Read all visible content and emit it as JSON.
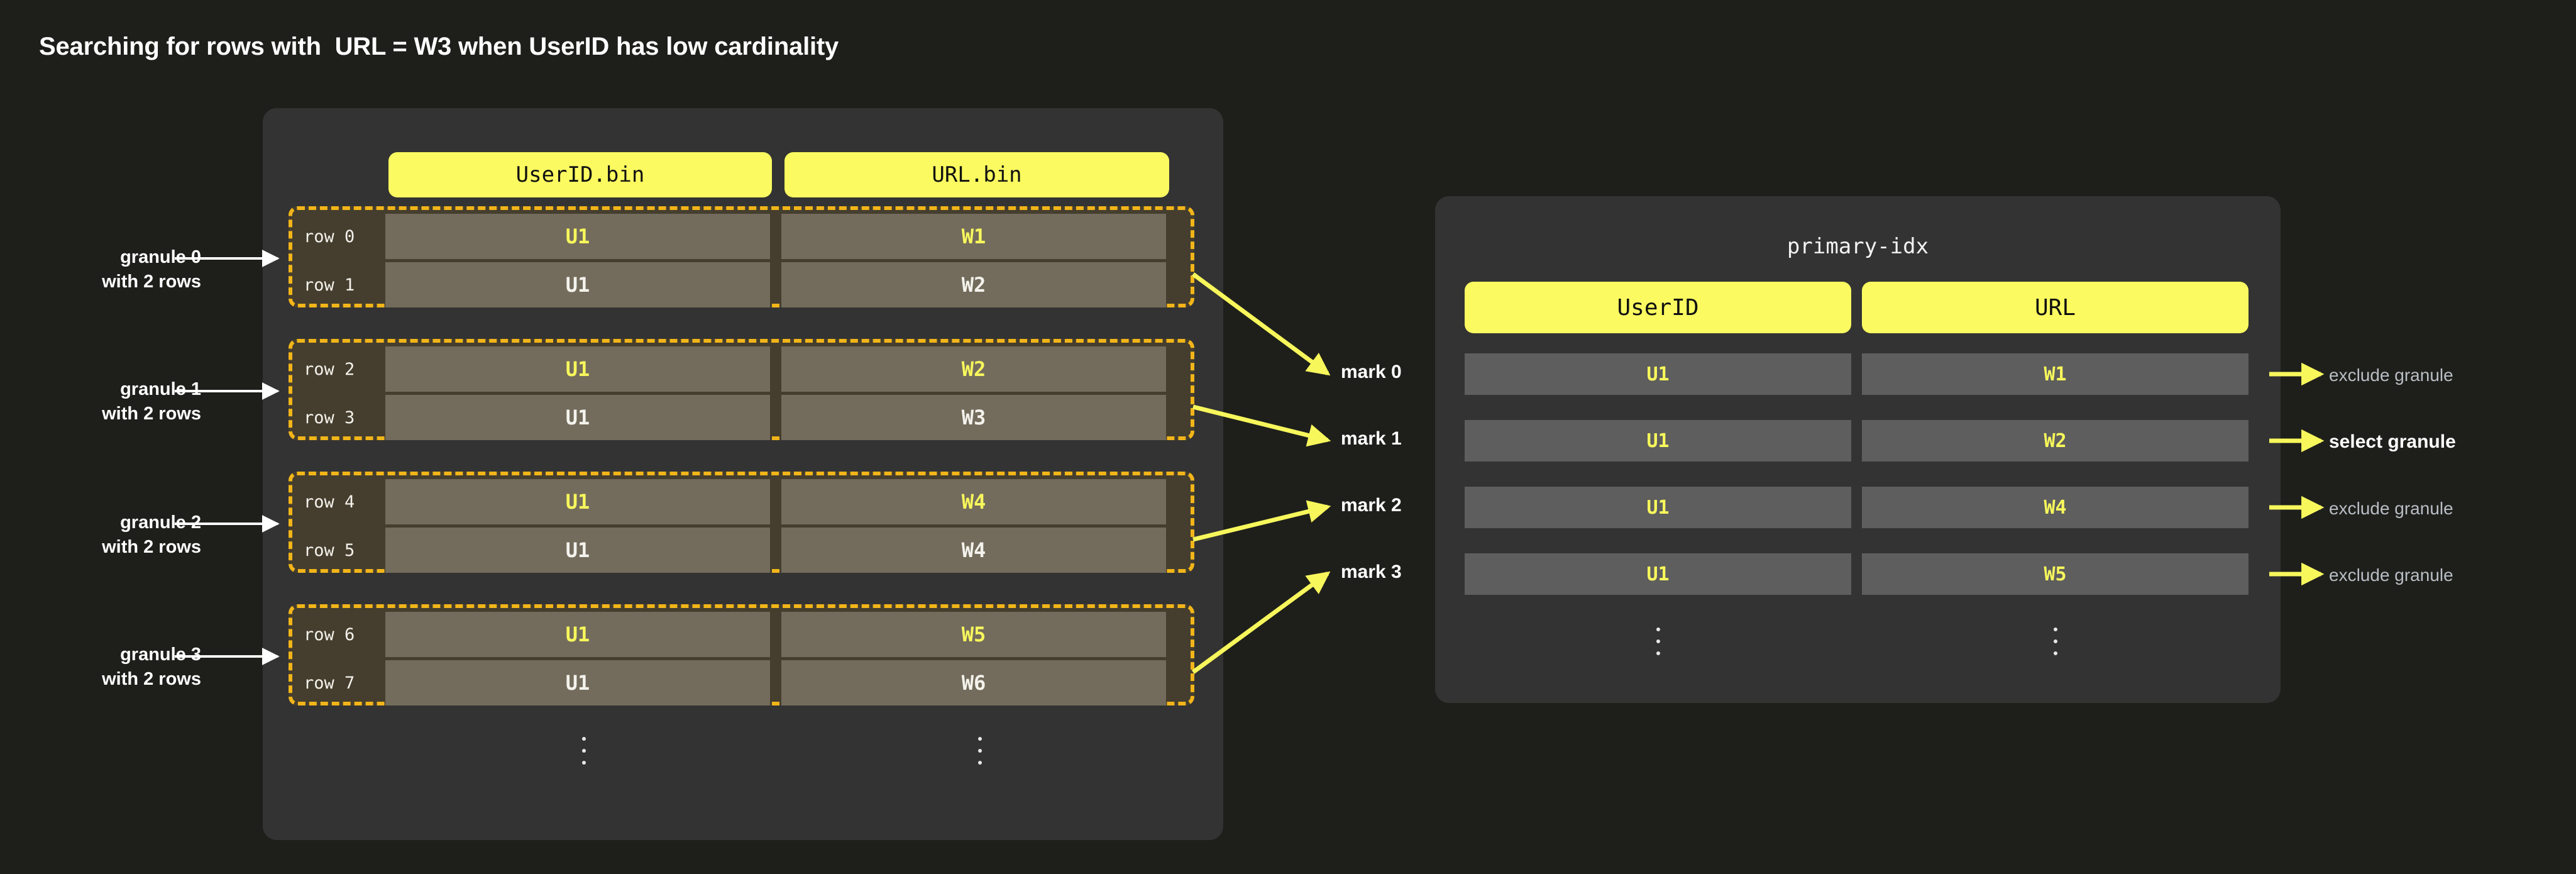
{
  "title": "Searching for rows with  URL = W3 when UserID has low cardinality",
  "colors": {
    "background": "#1e1f1b",
    "panel": "#333333",
    "accent_yellow": "#fbfb61",
    "granule_border": "#f2b519",
    "granule_fill": "#453e2e",
    "cell_fill": "#736c5c",
    "index_cell_fill": "#5e5e5e",
    "highlight_text": "#f7f75c",
    "normal_text": "#f4f2ec",
    "muted_text": "#b9bdc4",
    "arrow_yellow": "#f7f75c",
    "arrow_white": "#ffffff"
  },
  "data_panel": {
    "columns": [
      {
        "label": "UserID.bin"
      },
      {
        "label": "URL.bin"
      }
    ],
    "granules": [
      {
        "note": "granule 0\nwith 2 rows",
        "rows": [
          {
            "row_label": "row 0",
            "userid": "U1",
            "url": "W1",
            "highlight": true
          },
          {
            "row_label": "row 1",
            "userid": "U1",
            "url": "W2",
            "highlight": false
          }
        ]
      },
      {
        "note": "granule 1\nwith 2 rows",
        "rows": [
          {
            "row_label": "row 2",
            "userid": "U1",
            "url": "W2",
            "highlight": true
          },
          {
            "row_label": "row 3",
            "userid": "U1",
            "url": "W3",
            "highlight": false
          }
        ]
      },
      {
        "note": "granule 2\nwith 2 rows",
        "rows": [
          {
            "row_label": "row 4",
            "userid": "U1",
            "url": "W4",
            "highlight": true
          },
          {
            "row_label": "row 5",
            "userid": "U1",
            "url": "W4",
            "highlight": false
          }
        ]
      },
      {
        "note": "granule 3\nwith 2 rows",
        "rows": [
          {
            "row_label": "row 6",
            "userid": "U1",
            "url": "W5",
            "highlight": true
          },
          {
            "row_label": "row 7",
            "userid": "U1",
            "url": "W6",
            "highlight": false
          }
        ]
      }
    ],
    "ellipsis_icon": "vertical-ellipsis"
  },
  "marks": [
    {
      "label": "mark 0"
    },
    {
      "label": "mark 1"
    },
    {
      "label": "mark 2"
    },
    {
      "label": "mark 3"
    }
  ],
  "index_panel": {
    "title": "primary-idx",
    "columns": [
      {
        "label": "UserID"
      },
      {
        "label": "URL"
      }
    ],
    "rows": [
      {
        "userid": "U1",
        "url": "W1",
        "verdict": "exclude granule",
        "selected": false
      },
      {
        "userid": "U1",
        "url": "W2",
        "verdict": "select granule",
        "selected": true
      },
      {
        "userid": "U1",
        "url": "W4",
        "verdict": "exclude granule",
        "selected": false
      },
      {
        "userid": "U1",
        "url": "W5",
        "verdict": "exclude granule",
        "selected": false
      }
    ],
    "ellipsis_icon": "vertical-ellipsis"
  }
}
